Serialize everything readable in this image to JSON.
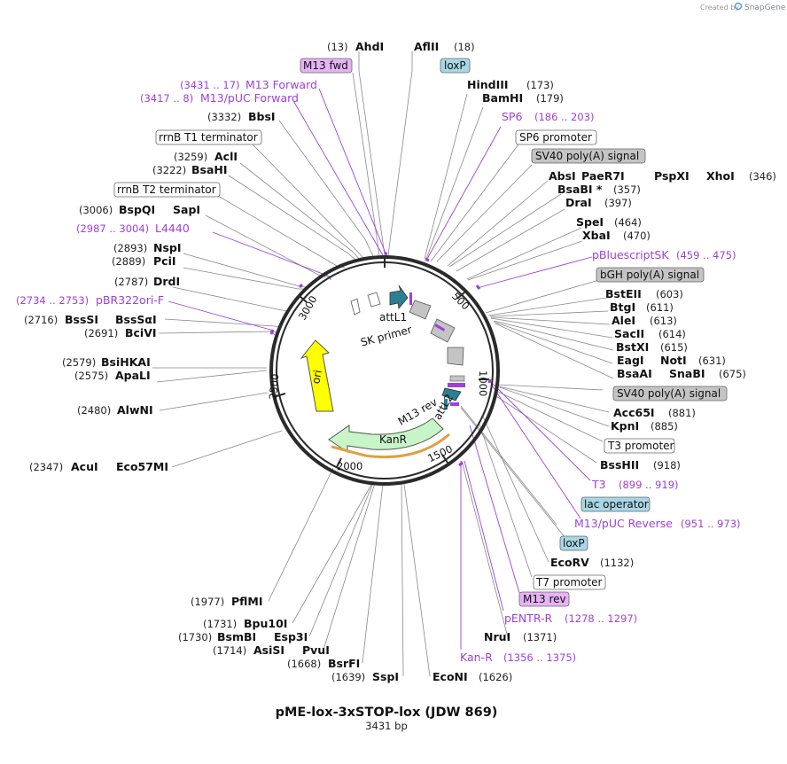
{
  "credit": {
    "created_by": "Created by",
    "brand": "SnapGene",
    "logo_icon": "snapgene-logo-icon"
  },
  "map": {
    "title": "pME-lox-3xSTOP-lox (JDW 869)",
    "length": "3431 bp",
    "ticks": [
      "500",
      "1000",
      "1500",
      "2000",
      "2500",
      "3000"
    ]
  },
  "labels": {
    "ahdi_num": "(13)",
    "ahdi": "AhdI",
    "aflii": "AflII",
    "aflii_num": "(18)",
    "m13fwd_box": "M13 fwd",
    "loxp_box1": "loxP",
    "m13f_range": "(3431 .. 17)",
    "m13f": "M13 Forward",
    "m13puc_range": "(3417 .. 8)",
    "m13puc": "M13/pUC Forward",
    "hindiii": "HindIII",
    "hindiii_num": "(173)",
    "bamhi": "BamHI",
    "bamhi_num": "(179)",
    "bbsi_num": "(3332)",
    "bbsi": "BbsI",
    "sp6": "SP6",
    "sp6_range": "(186 .. 203)",
    "rrnbt1_box": "rrnB T1 terminator",
    "sp6prom_box": "SP6 promoter",
    "sv40a_box": "SV40 poly(A) signal",
    "acli_num": "(3259)",
    "acli": "AclI",
    "bsahi_num": "(3222)",
    "bsahi": "BsaHI",
    "absi": "AbsI",
    "paer7i": "PaeR7I",
    "pspxi": "PspXI",
    "xhoi": "XhoI",
    "xhoi_num": "(346)",
    "bsabi": "BsaBI *",
    "bsabi_num": "(357)",
    "rrnbt2_box": "rrnB T2 terminator",
    "drai": "DraI",
    "drai_num": "(397)",
    "bspqi_num": "(3006)",
    "bspqi": "BspQI",
    "sapi": "SapI",
    "spei": "SpeI",
    "spei_num": "(464)",
    "l4440_range": "(2987 .. 3004)",
    "l4440": "L4440",
    "xbai": "XbaI",
    "xbai_num": "(470)",
    "nspi_num": "(2893)",
    "nspi": "NspI",
    "pcii_num": "(2889)",
    "pcii": "PciI",
    "pbluescript": "pBluescriptSK",
    "pbluescript_range": "(459 .. 475)",
    "bgh_box": "bGH poly(A) signal",
    "drdi_num": "(2787)",
    "drdi": "DrdI",
    "pbr_range": "(2734 .. 2753)",
    "pbr": "pBR322ori-F",
    "bsteii": "BstEII",
    "bsteii_num": "(603)",
    "bssi_num": "(2716)",
    "bsssi": "BssSI",
    "bsssai": "BssSαI",
    "btgi": "BtgI",
    "btgi_num": "(611)",
    "bcivi_num": "(2691)",
    "bcivi": "BciVI",
    "alei": "AleI",
    "alei_num": "(613)",
    "sacii": "SacII",
    "sacii_num": "(614)",
    "bstxi": "BstXI",
    "bstxi_num": "(615)",
    "bsihkai_num": "(2579)",
    "bsihkai": "BsiHKAI",
    "eagi": "EagI",
    "noti": "NotI",
    "noti_num": "(631)",
    "apali_num": "(2575)",
    "apali": "ApaLI",
    "bsaai": "BsaAI",
    "snabi": "SnaBI",
    "snabi_num": "(675)",
    "sv40b_box": "SV40 poly(A) signal",
    "alwni_num": "(2480)",
    "alwni": "AlwNI",
    "acc65i": "Acc65I",
    "acc65i_num": "(881)",
    "kpni": "KpnI",
    "kpni_num": "(885)",
    "t3prom_box": "T3 promoter",
    "acui_num": "(2347)",
    "acui": "AcuI",
    "eco57mi": "Eco57MI",
    "bsshii": "BssHII",
    "bsshii_num": "(918)",
    "t3": "T3",
    "t3_range": "(899 .. 919)",
    "lacop_box": "lac operator",
    "m13rev_primer": "M13/pUC Reverse",
    "m13rev_range": "(951 .. 973)",
    "loxp_box2": "loxP",
    "ecorv": "EcoRV",
    "ecorv_num": "(1132)",
    "t7prom_box": "T7 promoter",
    "m13rev_box": "M13 rev",
    "pflmi_num": "(1977)",
    "pflmi": "PflMI",
    "pentr": "pENTR-R",
    "pentr_range": "(1278 .. 1297)",
    "bpu10i_num": "(1731)",
    "bpu10i": "Bpu10I",
    "nrui": "NruI",
    "nrui_num": "(1371)",
    "bsmbi_num": "(1730)",
    "bsmbi": "BsmBI",
    "esp3i": "Esp3I",
    "asisi_num": "(1714)",
    "asisi": "AsiSI",
    "pvui": "PvuI",
    "kanr_primer": "Kan-R",
    "kanr_range": "(1356 .. 1375)",
    "bsrfi_num": "(1668)",
    "bsrfi": "BsrFI",
    "sspi_num": "(1639)",
    "sspi": "SspI",
    "econi": "EcoNI",
    "econi_num": "(1626)"
  },
  "inner_labels": {
    "attl1": "attL1",
    "sk_primer": "SK primer",
    "m13_rev": "M13 rev",
    "attl2": "attL2",
    "ori": "ori",
    "kanr": "KanR"
  },
  "colors": {
    "purple_text": "#a040d8",
    "purple_box": "#e6b3f5",
    "loxp_box": "#a8d6e6",
    "gray_box": "#c4c4c4",
    "ori": "#ffff00",
    "kanr": "#c8f5c8",
    "attl": "#2a7f93",
    "backbone": "#2a2a2a"
  }
}
